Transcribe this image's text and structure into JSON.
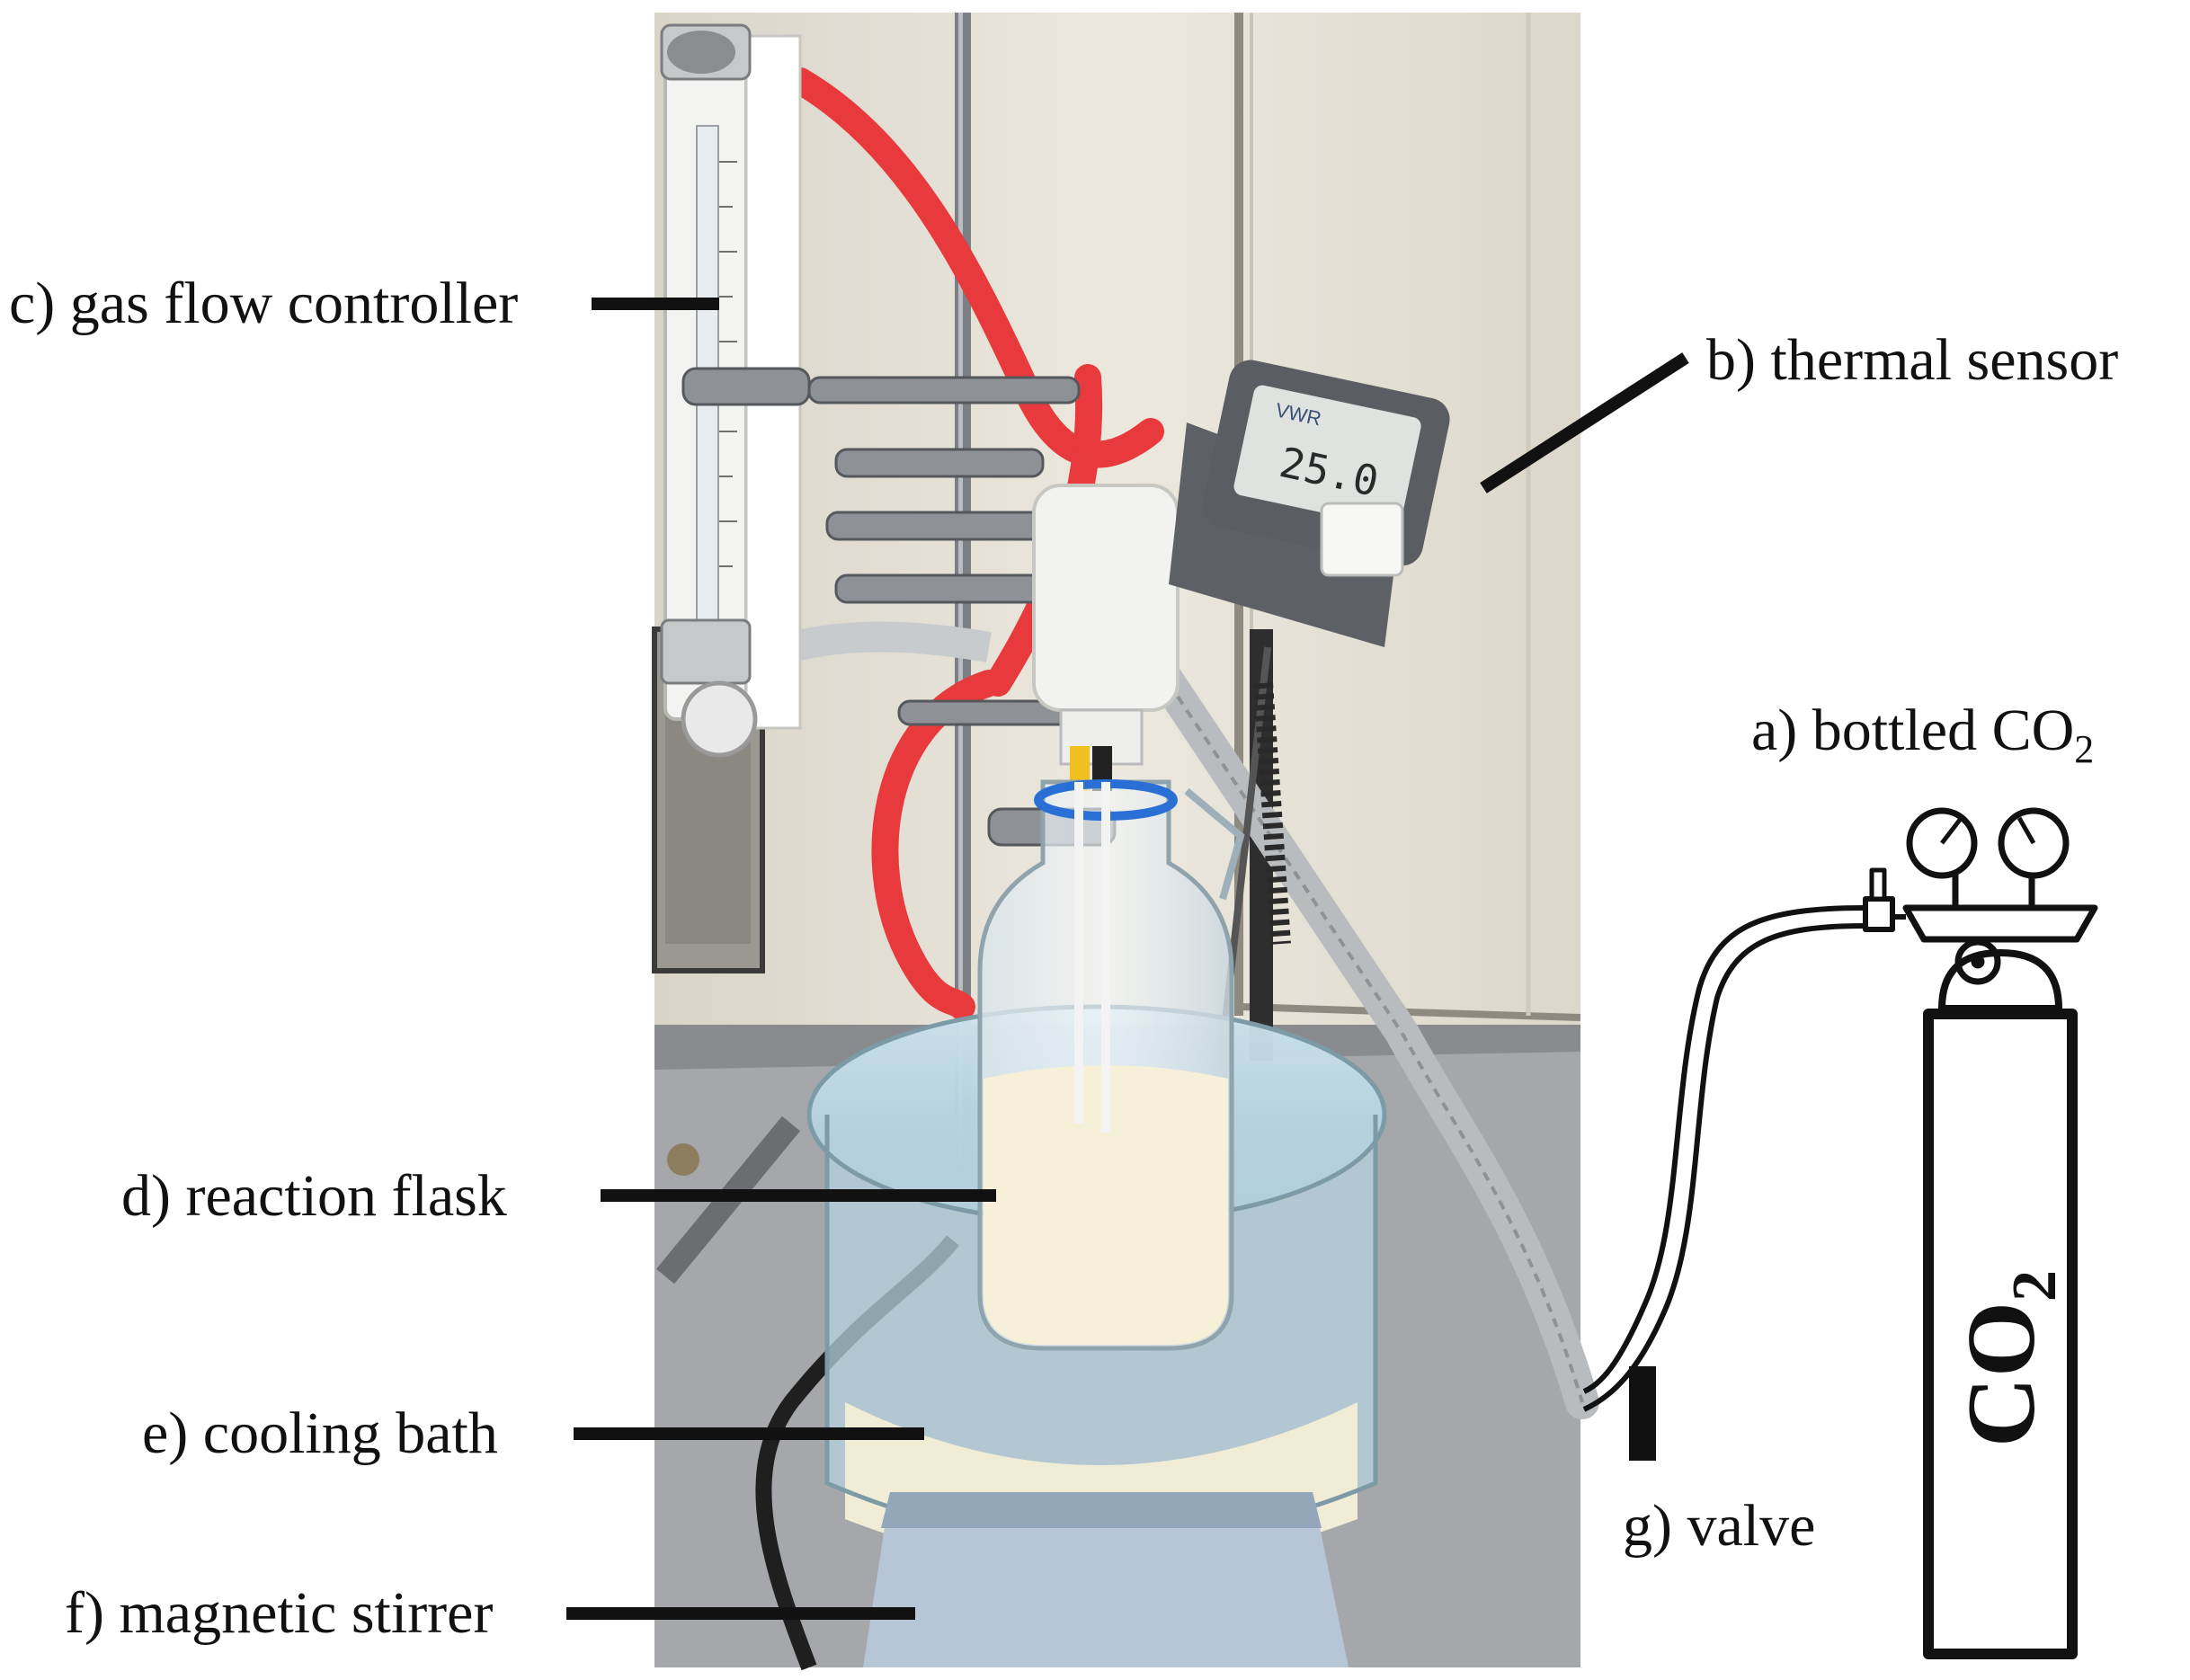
{
  "labels": {
    "a": "a) bottled CO",
    "a_sub": "2",
    "b": "b) thermal sensor",
    "c": "c) gas flow controller",
    "d": "d) reaction flask",
    "e": "e) cooling bath",
    "f": "f) magnetic stirrer",
    "g": "g) valve"
  },
  "cylinder_text": "CO",
  "cylinder_sub": "2",
  "display_reading": "25.0",
  "display_brand": "VWR",
  "colors": {
    "tube": "#e8393c",
    "leader": "#111111",
    "wall": "#e6e1d6",
    "bench": "#9b9c9f",
    "water": "#b8d6e4",
    "foam": "#f4efd8"
  }
}
